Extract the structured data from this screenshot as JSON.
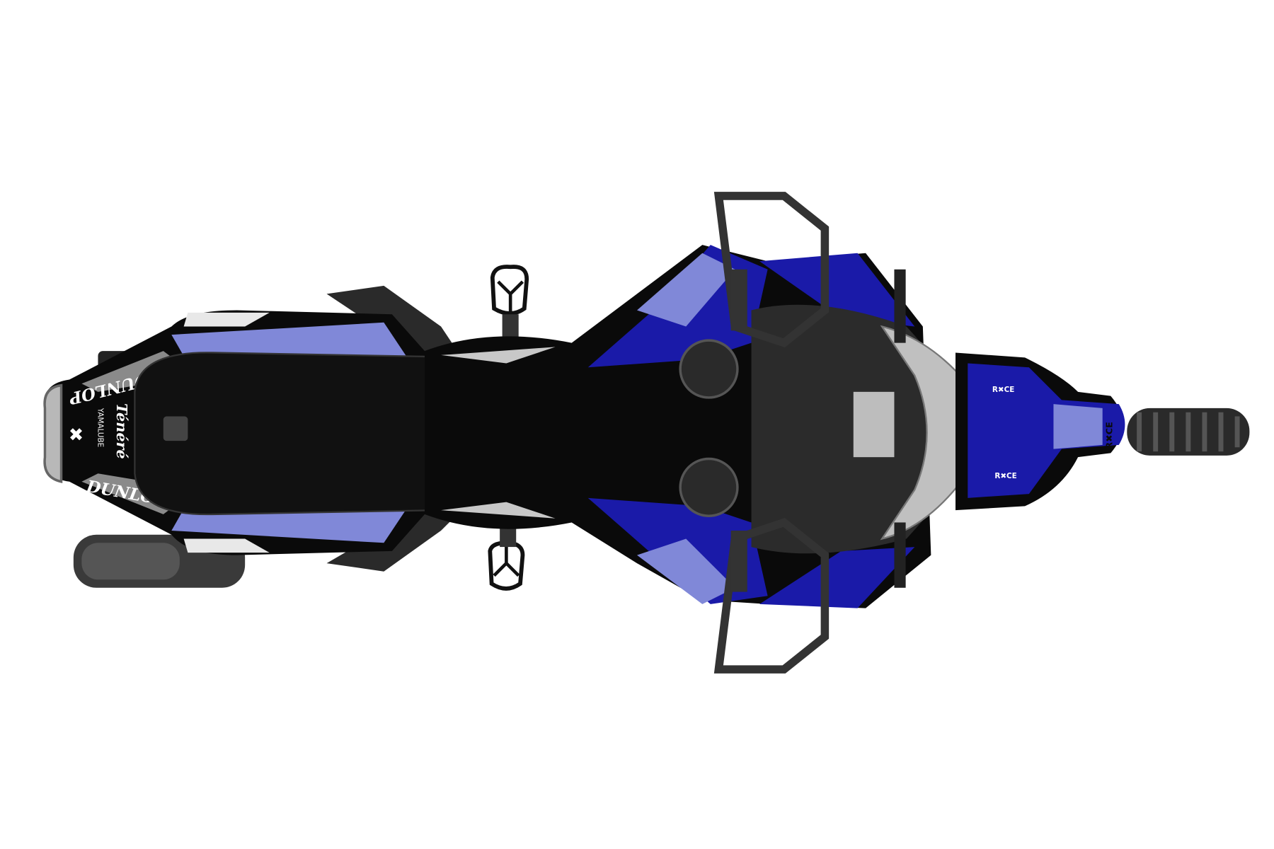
{
  "image": {
    "subject": "motorcycle-top-view",
    "decals": {
      "tail_brand_top": "DUNLOP",
      "tail_brand_bottom": "DUNLOP",
      "model": "Ténéré",
      "oil_brand": "YAMALUBE",
      "fender_brand_1": "R✖CE",
      "fender_brand_2": "R✖CE",
      "fender_brand_3": "R✖CE"
    },
    "colors": {
      "background": "#ffffff",
      "primary_blue": "#1a1aa8",
      "light_blue": "#8088d8",
      "black": "#0a0a0a",
      "gray": "#8a8a8a"
    }
  }
}
